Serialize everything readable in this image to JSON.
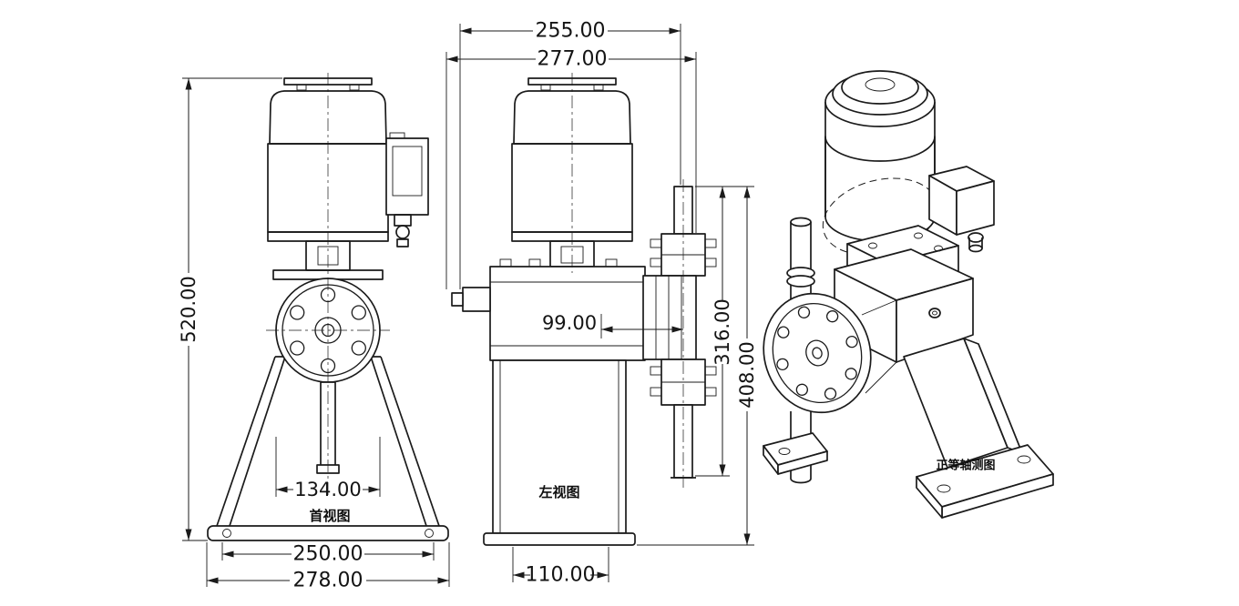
{
  "palette": {
    "background": "#ffffff",
    "line_color": "#1b1b1b"
  },
  "views": {
    "front": {
      "label": "首视图"
    },
    "left": {
      "label": "左视图"
    },
    "isometric": {
      "label": "正等轴测图"
    }
  },
  "dims": {
    "overall_height": "520.00",
    "top_inner_width": "255.00",
    "top_outer_width": "277.00",
    "head_offset": "99.00",
    "valve_span": "316.00",
    "valve_total_span": "408.00",
    "flange_width": "134.00",
    "base_inner_width": "250.00",
    "base_outer_width": "278.00",
    "base_side_width": "110.00"
  }
}
